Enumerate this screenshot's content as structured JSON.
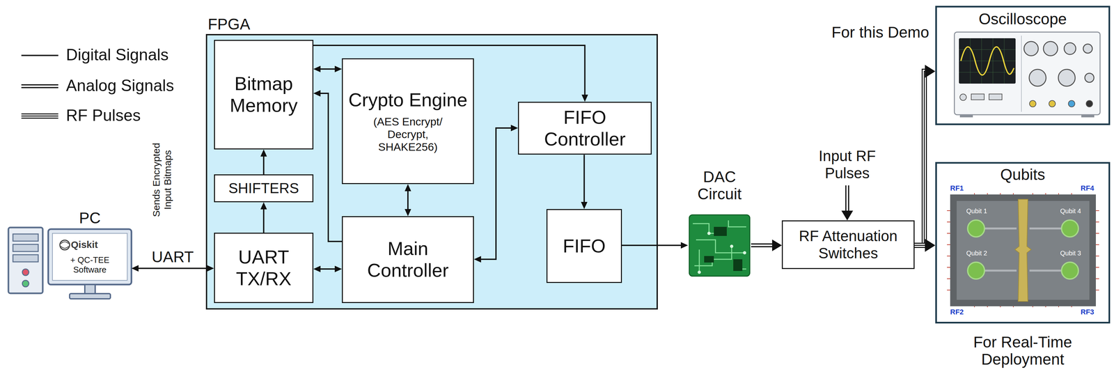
{
  "diagram": {
    "nodes": [
      {
        "text": [
          "FPGA"
        ]
      },
      {
        "text": [
          "Bitmap Memory"
        ],
        "in": 0
      },
      {
        "text": [
          "Crypto Engine",
          "(AES Encrypt/ Decrypt, SHAKE256)"
        ],
        "in": 0
      },
      {
        "text": [
          "FIFO Controller"
        ],
        "in": 0
      },
      {
        "text": [
          "SHIFTERS"
        ],
        "in": 0
      },
      {
        "text": [
          "UART TX/RX"
        ],
        "in": 0
      },
      {
        "text": [
          "Main Controller"
        ],
        "in": 0
      },
      {
        "text": [
          "FIFO"
        ],
        "in": 0
      },
      {
        "text": [
          "PC",
          "Qiskit",
          "+ QC-TEE Software"
        ]
      },
      {
        "text": [
          "DAC Circuit"
        ]
      },
      {
        "text": [
          "RF Attenuation Switches"
        ]
      },
      {
        "text": [
          "Oscilloscope"
        ]
      },
      {
        "text": [
          "Qubits"
        ]
      }
    ],
    "edges": [
      {
        "from": 8,
        "to": 5,
        "arrow": "both",
        "label": "UART"
      },
      {
        "from": 5,
        "to": 4,
        "arrow": "to"
      },
      {
        "from": 4,
        "to": 1,
        "arrow": "to"
      },
      {
        "from": 1,
        "to": 2,
        "arrow": "both"
      },
      {
        "from": 6,
        "to": 1,
        "arrow": "to"
      },
      {
        "from": 5,
        "to": 6,
        "arrow": "both"
      },
      {
        "from": 2,
        "to": 6,
        "arrow": "both"
      },
      {
        "from": 1,
        "to": 3,
        "arrow": "to"
      },
      {
        "from": 6,
        "to": 3,
        "arrow": "both"
      },
      {
        "from": 3,
        "to": 7,
        "arrow": "to"
      },
      {
        "from": 7,
        "to": 9,
        "arrow": "to"
      },
      {
        "from": 9,
        "to": 10,
        "arrow": "to"
      },
      {
        "from": 10,
        "to": 11,
        "arrow": "to"
      },
      {
        "from": 10,
        "to": 12,
        "arrow": "to"
      }
    ],
    "labels": [
      "Sends Encrypted Input Bitmaps",
      "Input RF Pulses",
      "For this Demo",
      "For Real-Time Deployment",
      "RF1",
      "RF4",
      "RF2",
      "RF3",
      "Qubit 1",
      "Qubit 4",
      "Qubit 2",
      "Qubit 3"
    ],
    "legend": [
      {
        "text": "Digital Signals"
      },
      {
        "text": "Analog Signals"
      },
      {
        "text": "RF Pulses"
      }
    ]
  }
}
